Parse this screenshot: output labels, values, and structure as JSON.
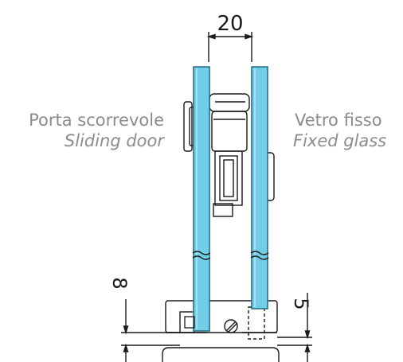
{
  "left_label": {
    "line1": "Porta scorrevole",
    "line2": "Sliding door"
  },
  "right_label": {
    "line1": "Vetro fisso",
    "line2": "Fixed glass"
  },
  "dimensions": {
    "gap": "20",
    "bottom_left": "8",
    "bottom_right": "5"
  },
  "colors": {
    "glass": "#72cde8",
    "glass_edge": "#2b6f86",
    "line": "#1a1a1a",
    "text": "#8c8c8c"
  }
}
